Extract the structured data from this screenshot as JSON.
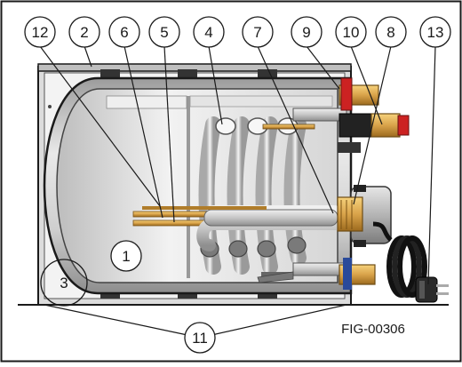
{
  "figure": {
    "code": "FIG-00306",
    "callouts": [
      "12",
      "2",
      "6",
      "5",
      "4",
      "7",
      "9",
      "10",
      "8",
      "13",
      "1",
      "3",
      "11"
    ]
  },
  "colors": {
    "outline": "#1a1a1a",
    "tank_inner": "#e8e8e8",
    "coil": "#cfcfcf",
    "brass": "#d9a34a",
    "red_cap": "#cc2222",
    "cable": "#222222"
  }
}
